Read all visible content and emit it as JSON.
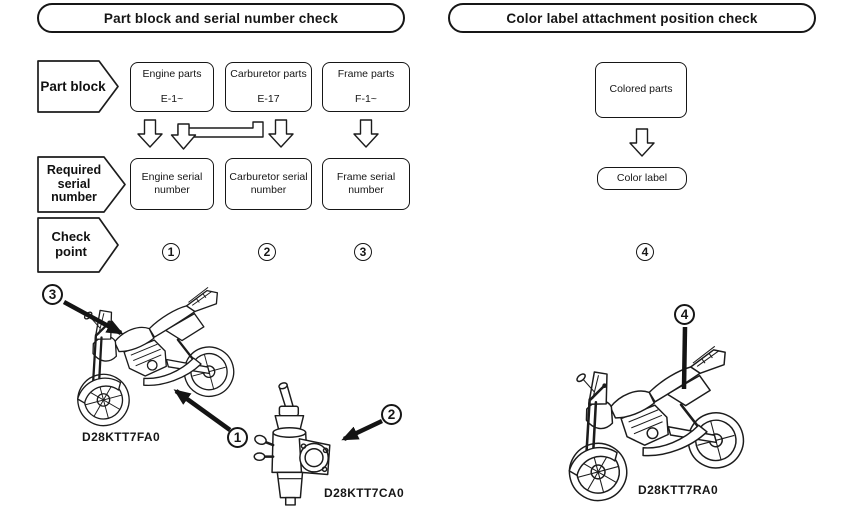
{
  "colors": {
    "ink": "#161616",
    "paper": "#ffffff"
  },
  "icons": {
    "flow_arrow": "down-arrow",
    "connector": "elbow-connector",
    "callout_pointer": "pointer-arrow"
  },
  "left_panel": {
    "title": "Part block and serial number check",
    "row_labels": {
      "part_block": {
        "lines": [
          "Part block"
        ]
      },
      "required_serial": {
        "lines": [
          "Required",
          "serial",
          "number"
        ]
      },
      "check_point": {
        "lines": [
          "Check",
          "point"
        ]
      }
    },
    "part_blocks": [
      {
        "name": "Engine parts",
        "code": "E-1~"
      },
      {
        "name": "Carburetor parts",
        "code": "E-17"
      },
      {
        "name": "Frame parts",
        "code": "F-1~"
      }
    ],
    "serial_numbers": [
      {
        "lines": [
          "Engine serial",
          "number"
        ]
      },
      {
        "lines": [
          "Carburetor serial",
          "number"
        ]
      },
      {
        "lines": [
          "Frame serial",
          "number"
        ]
      }
    ],
    "check_points": [
      "1",
      "2",
      "3"
    ],
    "motorcycle": {
      "code": "D28KTT7FA0",
      "callouts": [
        "3",
        "1"
      ]
    },
    "carburetor": {
      "code": "D28KTT7CA0",
      "callouts": [
        "2"
      ]
    }
  },
  "right_panel": {
    "title": "Color label attachment position check",
    "flow_boxes": {
      "colored_parts": "Colored parts",
      "color_label": "Color label"
    },
    "check_points": [
      "4"
    ],
    "motorcycle": {
      "code": "D28KTT7RA0",
      "callouts": [
        "4"
      ]
    }
  }
}
